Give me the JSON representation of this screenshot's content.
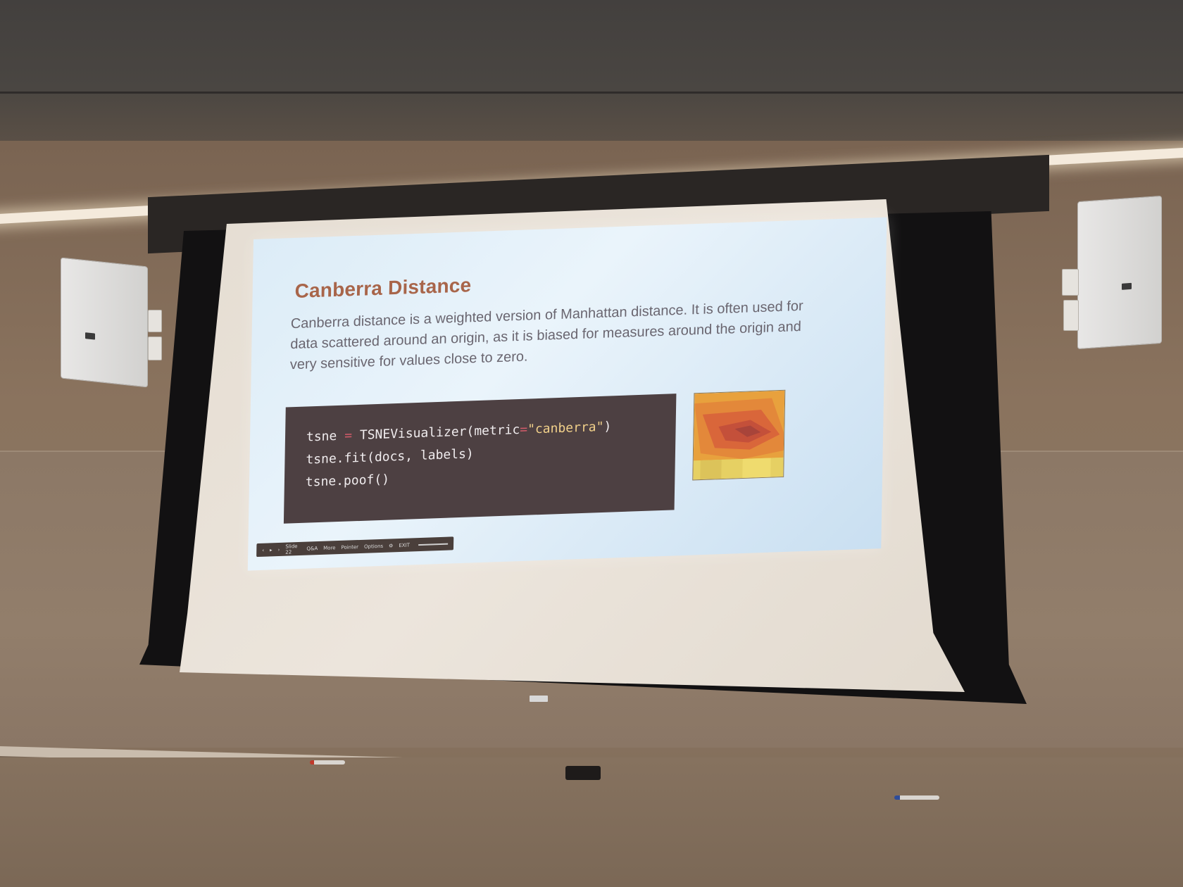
{
  "slide": {
    "title": "Canberra Distance",
    "body": "Canberra distance is a weighted version of Manhattan distance. It is often used for data scattered around an origin, as it is biased for measures around the origin and very sensitive for values close to zero.",
    "code": {
      "line1": {
        "var": "tsne",
        "op": "=",
        "call": "TSNEVisualizer(metric",
        "eq": "=",
        "str": "\"canberra\"",
        "close": ")"
      },
      "line2": "tsne.fit(docs, labels)",
      "line3": "tsne.poof()"
    },
    "toolbar": {
      "prev": "‹",
      "play": "▸",
      "next": "›",
      "slide_select": "Slide 22",
      "qa": "Q&A",
      "more": "More",
      "pointer": "Pointer",
      "options": "Options",
      "exit": "EXIT"
    }
  },
  "colors": {
    "title": "#a8654a",
    "code_bg": "#4d4042",
    "slide_bg": "#dcecf7"
  }
}
